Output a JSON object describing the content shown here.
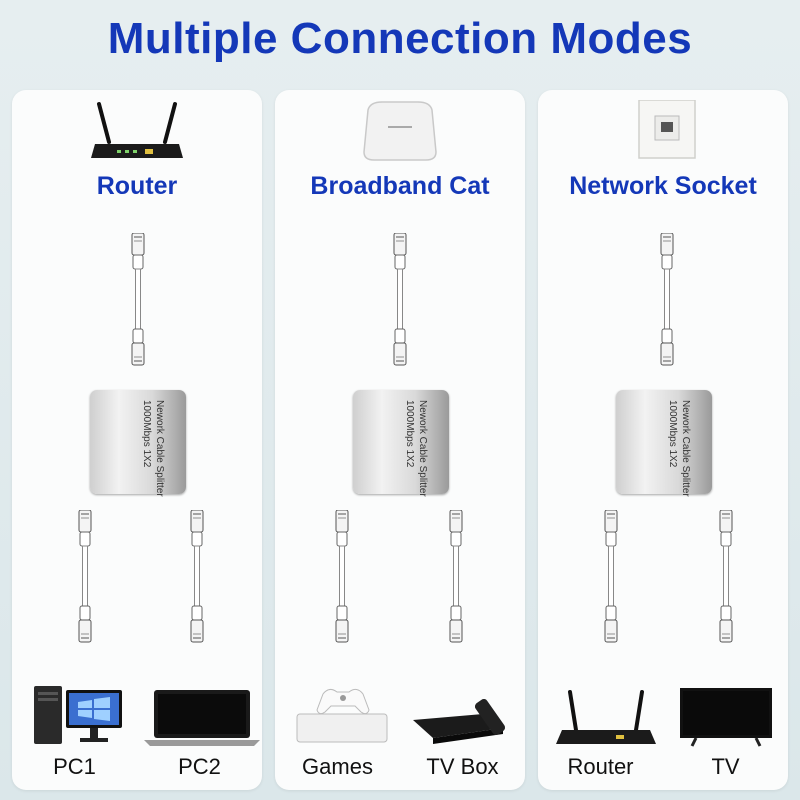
{
  "title": "Multiple Connection Modes",
  "panels": [
    {
      "source": "Router",
      "source_icon": "router-icon",
      "splitter_text": "Nework Cable Splitter\n1000Mbps 1X2",
      "outputs": [
        "PC1",
        "PC2"
      ],
      "output_icons": [
        "desktop-pc-icon",
        "laptop-icon"
      ]
    },
    {
      "source": "Broadband Cat",
      "source_icon": "modem-icon",
      "splitter_text": "Nework Cable Splitter\n1000Mbps 1X2",
      "outputs": [
        "Games",
        "TV Box"
      ],
      "output_icons": [
        "game-console-icon",
        "tv-box-icon"
      ]
    },
    {
      "source": "Network Socket",
      "source_icon": "wall-socket-icon",
      "splitter_text": "Nework Cable Splitter\n1000Mbps 1X2",
      "outputs": [
        "Router",
        "TV"
      ],
      "output_icons": [
        "router-icon",
        "tv-icon"
      ]
    }
  ],
  "colors": {
    "title": "#1438b8",
    "label": "#1438b8"
  }
}
